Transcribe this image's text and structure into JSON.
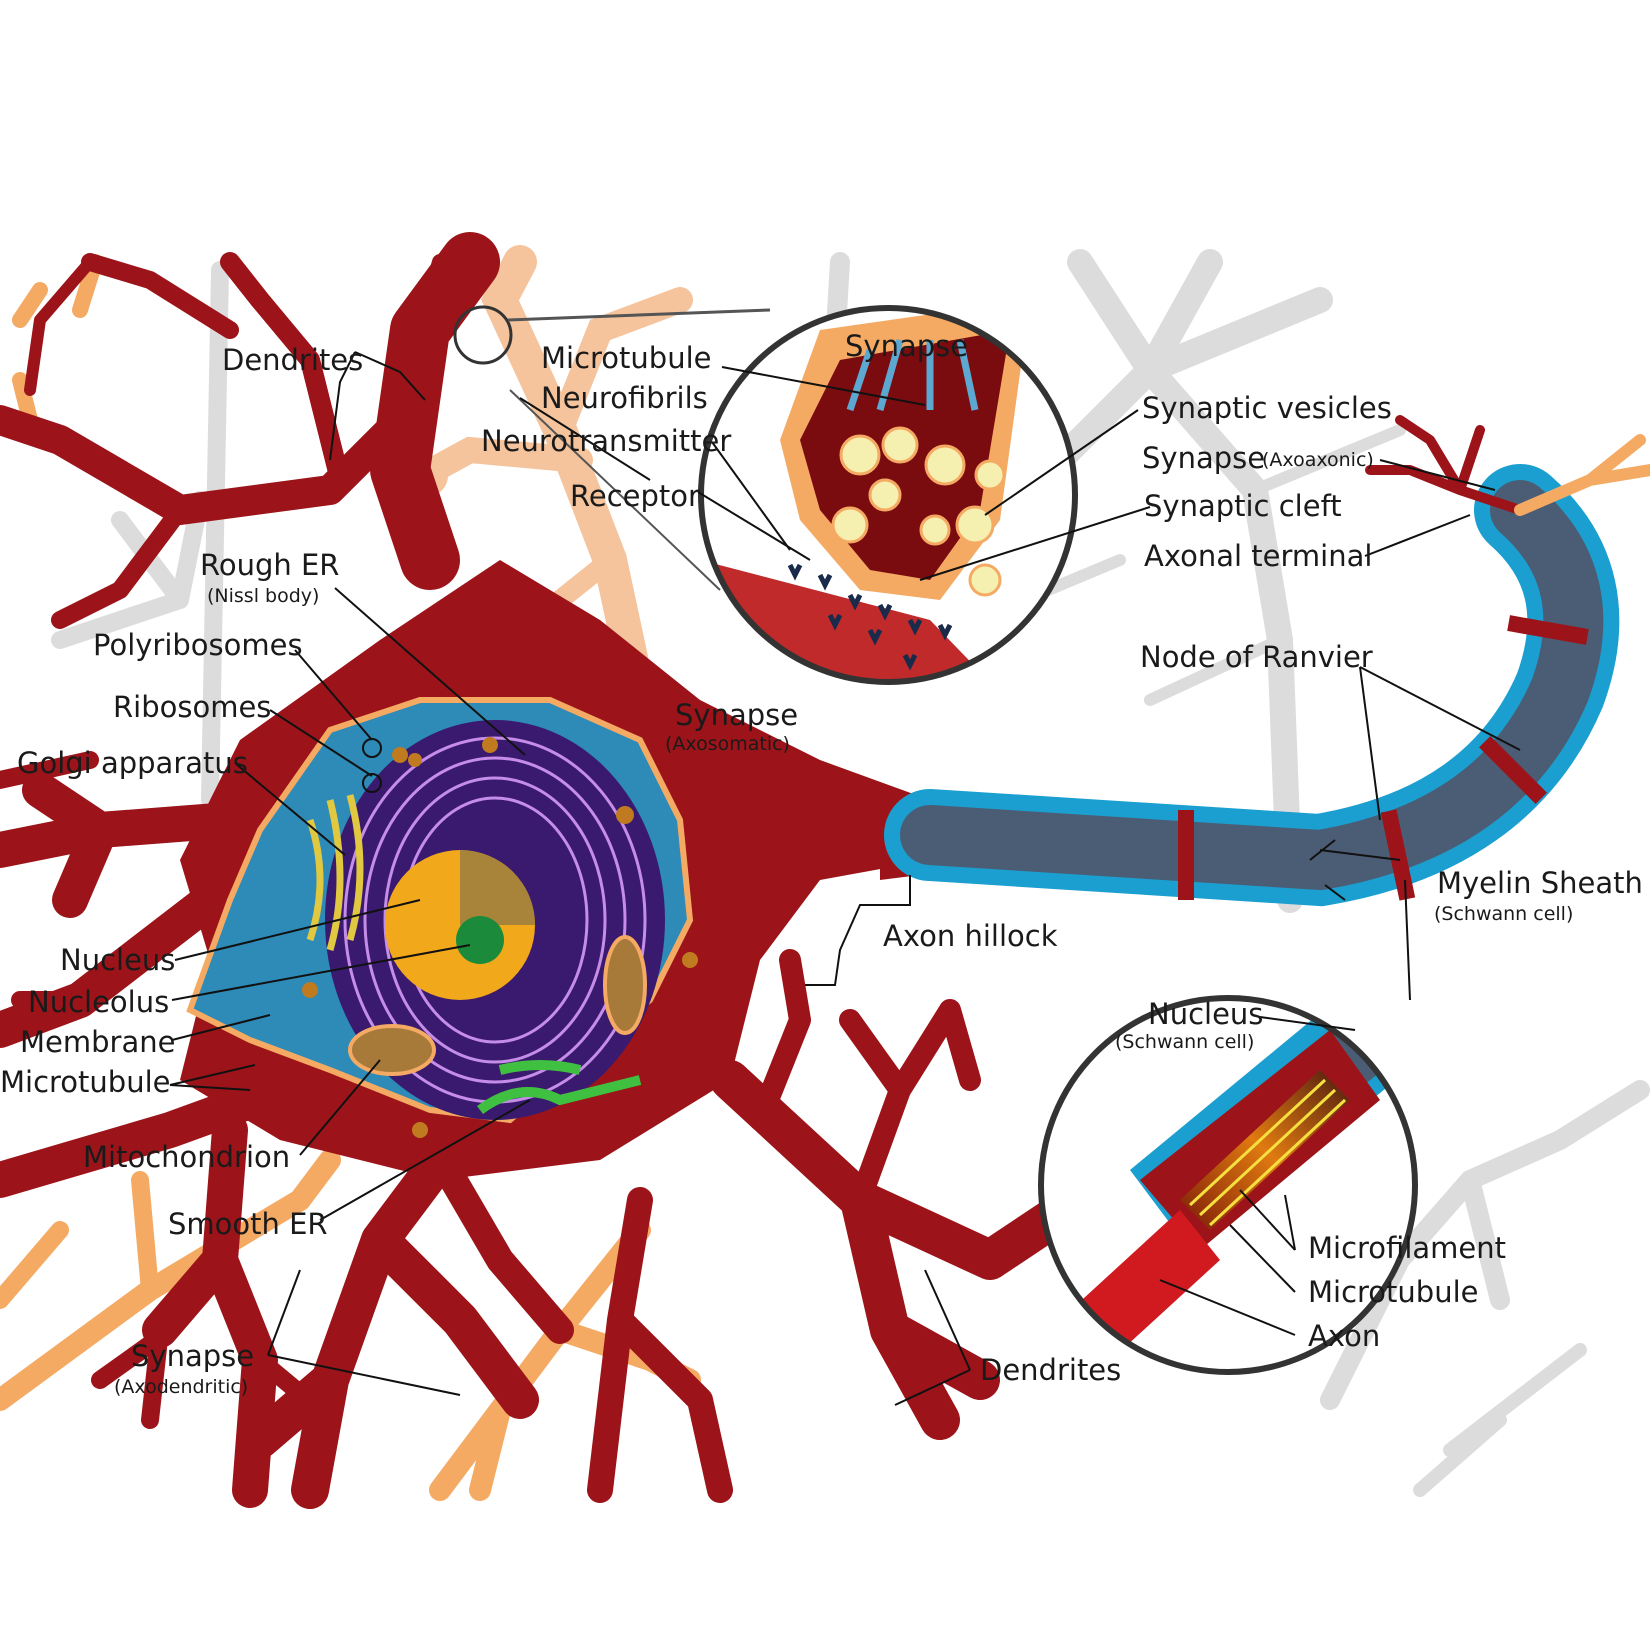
{
  "colors": {
    "neuron": "#9c1419",
    "synapse_orange": "#f5aa63",
    "peach": "#f5c49c",
    "cytoplasm": "#2e8ab6",
    "nucleus": "#f2a81b",
    "nucleolus": "#1b8a3a",
    "er_purple": "#3a1a6e",
    "myelin": "#1b9fd0",
    "axon_core": "#4b5d75",
    "background_neuron": "#dcdcdc"
  },
  "labels": {
    "dendrites_top": "Dendrites",
    "microtubule_top": "Microtubule",
    "neurofibrils": "Neurofibrils",
    "neurotransmitter": "Neurotransmitter",
    "receptor": "Receptor",
    "synapse_zoom": "Synapse",
    "synaptic_vesicles": "Synaptic vesicles",
    "synapse_axoaxonic": "Synapse",
    "axoaxonic_sub": "(Axoaxonic)",
    "synaptic_cleft": "Synaptic cleft",
    "axonal_terminal": "Axonal terminal",
    "node_of_ranvier": "Node of Ranvier",
    "rough_er": "Rough ER",
    "nissl_body": "(Nissl body)",
    "polyribosomes": "Polyribosomes",
    "ribosomes": "Ribosomes",
    "golgi": "Golgi apparatus",
    "synapse_axosomatic": "Synapse",
    "axosomatic_sub": "(Axosomatic)",
    "nucleus": "Nucleus",
    "nucleolus": "Nucleolus",
    "membrane": "Membrane",
    "microtubule_left": "Microtubule",
    "mitochondrion": "Mitochondrion",
    "smooth_er": "Smooth ER",
    "axon_hillock": "Axon hillock",
    "myelin_sheath": "Myelin Sheath",
    "schwann_cell_sub": "(Schwann cell)",
    "nucleus_schwann": "Nucleus",
    "nucleus_schwann_sub": "(Schwann cell)",
    "microfilament": "Microfilament",
    "microtubule_zoom": "Microtubule",
    "axon": "Axon",
    "synapse_axodendritic": "Synapse",
    "axodendritic_sub": "(Axodendritic)",
    "dendrites_bottom": "Dendrites"
  }
}
